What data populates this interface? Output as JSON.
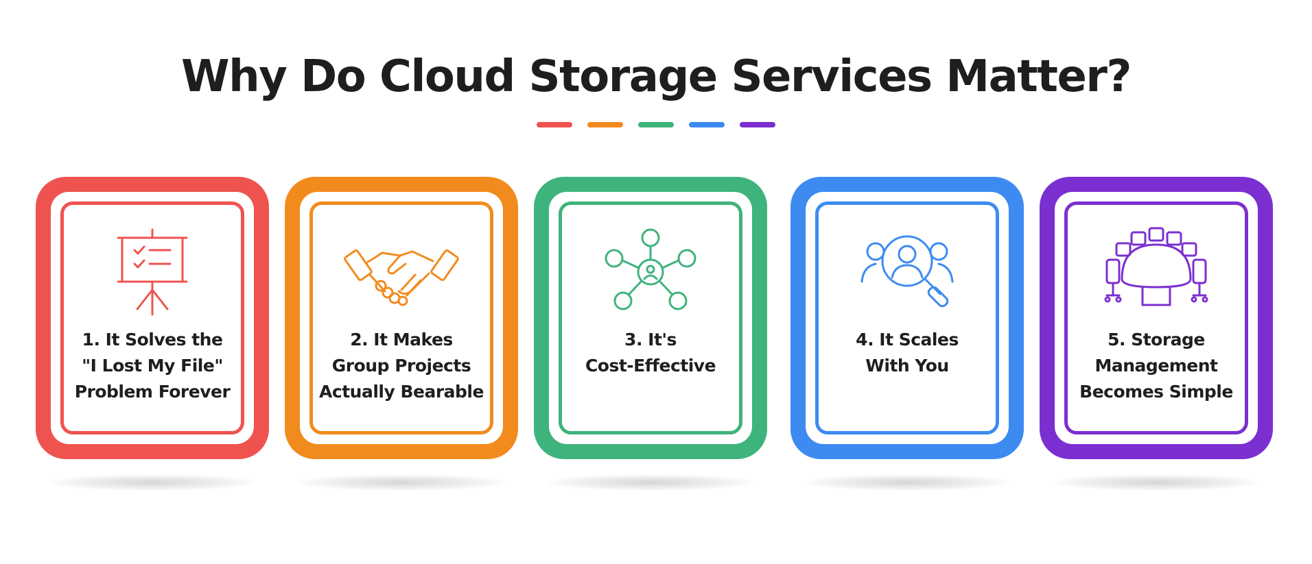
{
  "title": "Why Do Cloud Storage Services Matter?",
  "colors": {
    "red": "#ef5350",
    "orange": "#f28b1e",
    "green": "#3fb37c",
    "blue": "#3d8bf0",
    "purple": "#7b2fd0"
  },
  "dashes": [
    "#ef5350",
    "#f28b1e",
    "#3fb37c",
    "#3d8bf0",
    "#7b2fd0"
  ],
  "cards": [
    {
      "label": "1. It Solves the\n\"I Lost My File\"\nProblem Forever",
      "icon": "presentation-board-icon",
      "color": "#ef5350"
    },
    {
      "label": "2. It Makes\nGroup Projects\nActually Bearable",
      "icon": "handshake-icon",
      "color": "#f28b1e"
    },
    {
      "label": "3. It's\nCost-Effective",
      "icon": "network-hub-icon",
      "color": "#3fb37c"
    },
    {
      "label": "4. It Scales\nWith You",
      "icon": "user-search-icon",
      "color": "#3d8bf0"
    },
    {
      "label": "5. Storage\nManagement\nBecomes Simple",
      "icon": "meeting-table-icon",
      "color": "#7b2fd0"
    }
  ]
}
